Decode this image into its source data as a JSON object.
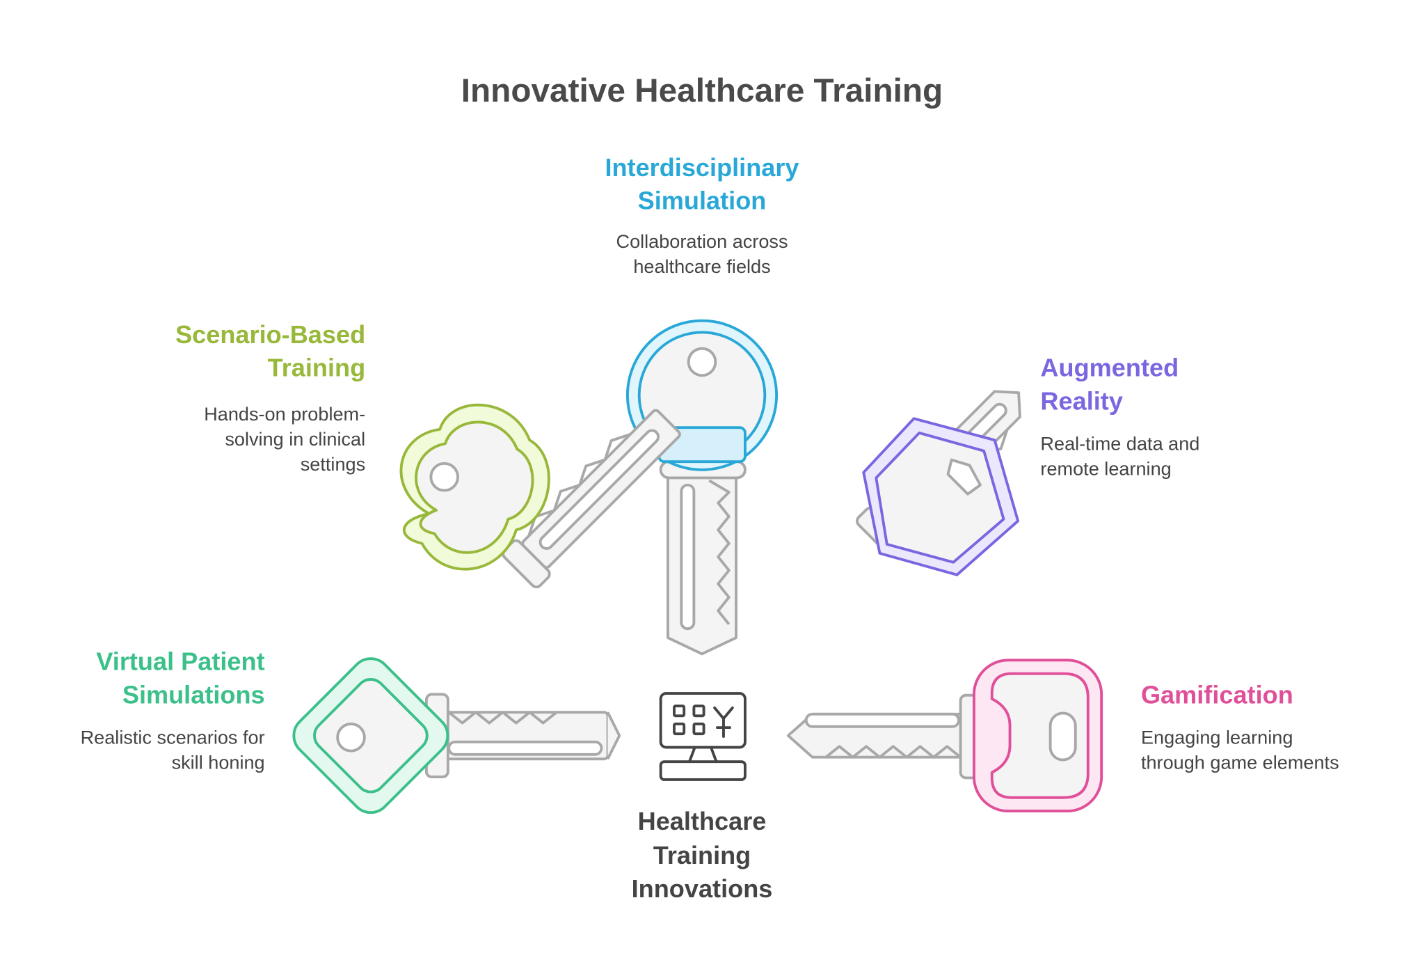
{
  "title": "Innovative Healthcare Training",
  "center": {
    "line1": "Healthcare",
    "line2": "Training",
    "line3": "Innovations",
    "icon": "computer-terminal-icon"
  },
  "colors": {
    "interdisciplinary": "#29a8d8",
    "scenario": "#98b83a",
    "augmented": "#7a66e0",
    "virtual": "#3cc08a",
    "gamification": "#e0509a",
    "key_gray": "#a8a8a8",
    "text": "#444444"
  },
  "items": {
    "interdisciplinary": {
      "title_line1": "Interdisciplinary",
      "title_line2": "Simulation",
      "desc_line1": "Collaboration across",
      "desc_line2": "healthcare fields",
      "icon": "round-key-icon"
    },
    "scenario": {
      "title_line1": "Scenario-Based",
      "title_line2": "Training",
      "desc_line1": "Hands-on problem-",
      "desc_line2": "solving in clinical",
      "desc_line3": "settings",
      "icon": "clover-key-icon"
    },
    "augmented": {
      "title_line1": "Augmented",
      "title_line2": "Reality",
      "desc_line1": "Real-time data and",
      "desc_line2": "remote learning",
      "icon": "hexagon-key-icon"
    },
    "virtual": {
      "title_line1": "Virtual Patient",
      "title_line2": "Simulations",
      "desc_line1": "Realistic scenarios for",
      "desc_line2": "skill honing",
      "icon": "diamond-key-icon"
    },
    "gamification": {
      "title_line1": "Gamification",
      "desc_line1": "Engaging learning",
      "desc_line2": "through game elements",
      "icon": "rounded-square-key-icon"
    }
  }
}
